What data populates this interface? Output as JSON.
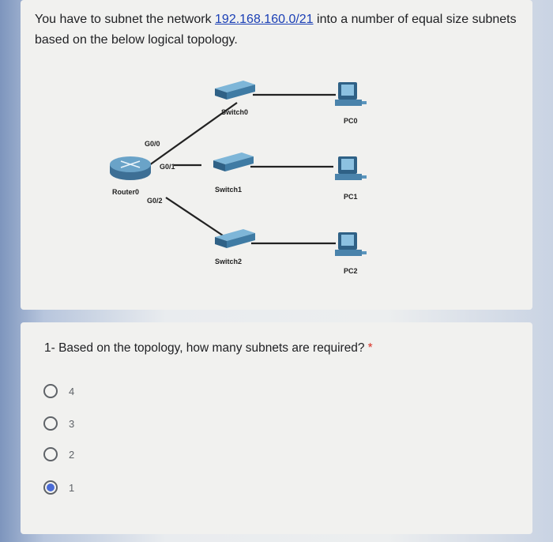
{
  "intro": {
    "prefix": "You have to subnet the network ",
    "network": "192.168.160.0/21",
    "suffix": " into a number of equal size subnets based on the below logical topology."
  },
  "topology": {
    "router": "Router0",
    "ports": {
      "g0_0": "G0/0",
      "g0_1": "G0/1",
      "g0_2": "G0/2"
    },
    "switches": [
      "Switch0",
      "Switch1",
      "Switch2"
    ],
    "pcs": [
      "PC0",
      "PC1",
      "PC2"
    ]
  },
  "question": {
    "text": "1- Based on the topology, how many subnets are required?",
    "required_mark": "*",
    "options": [
      {
        "label": "4",
        "selected": false
      },
      {
        "label": "3",
        "selected": false
      },
      {
        "label": "2",
        "selected": false
      },
      {
        "label": "1",
        "selected": true
      }
    ]
  },
  "colors": {
    "accent": "#4a6bd6",
    "link": "#1a3fb5",
    "required": "#d93025"
  }
}
